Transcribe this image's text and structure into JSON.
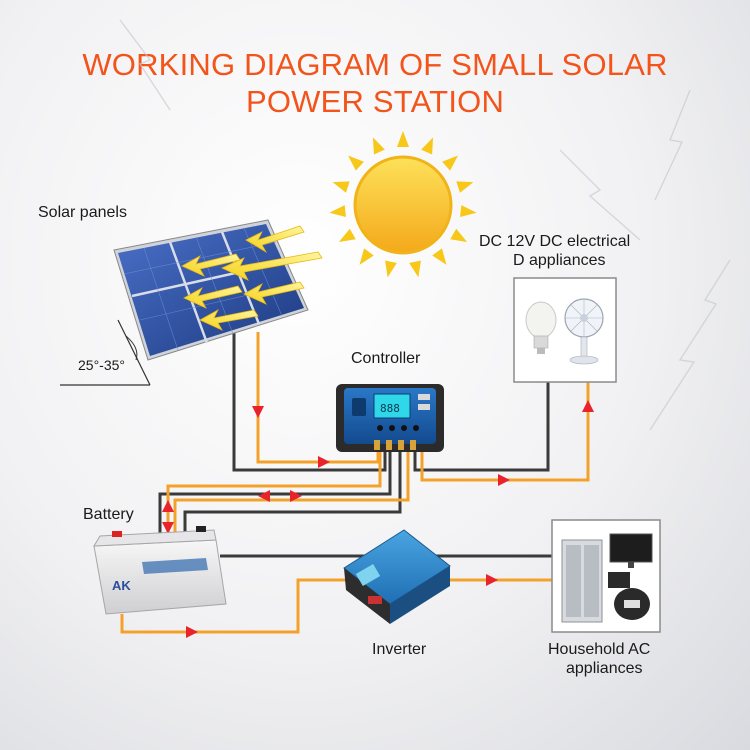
{
  "title": {
    "line1": "WORKING DIAGRAM OF SMALL SOLAR",
    "line2": "POWER STATION"
  },
  "labels": {
    "solar_panels": "Solar panels",
    "tilt_angle": "25°-35°",
    "controller": "Controller",
    "dc_line1": "DC 12V DC electrical",
    "dc_line2": "D appliances",
    "battery": "Battery",
    "inverter": "Inverter",
    "ac_line1": "Household AC",
    "ac_line2": "appliances"
  },
  "colors": {
    "title": "#f2541b",
    "wire_orange": "#f4a12a",
    "wire_dark": "#3a3a3a",
    "arrow_red": "#e8232b",
    "sun": "#f7c81a",
    "panel": "#2c4fa0",
    "controller": "#1d5fae"
  }
}
